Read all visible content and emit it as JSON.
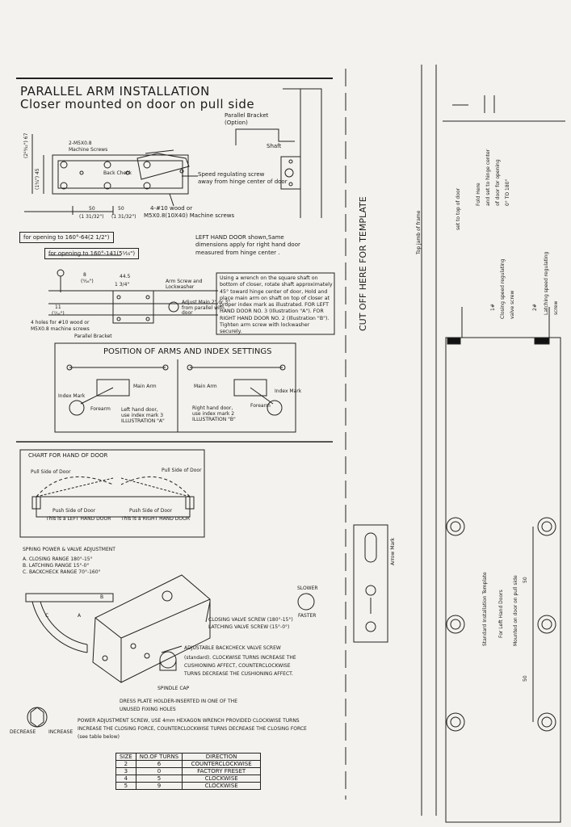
{
  "header": {
    "title": "PARALLEL ARM INSTALLATION",
    "subtitle": "Closer mounted on door on pull side"
  },
  "bracket": {
    "parallel_bracket": "Parallel Bracket",
    "option": "(Option)",
    "shaft": "Shaft"
  },
  "closer_drawing": {
    "machine_screws": "2-M5X0.8",
    "machine_screws_2": "Machine Screws",
    "back_check": "Back Check",
    "speed_screw_1": "Speed regulating screw",
    "speed_screw_2": "away from hinge center of door",
    "wood_screws_1": "4-#10 wood or",
    "wood_screws_2": "M5X0.8(10X40) Machine screws",
    "dim_67": "(2¹⁹⁄₃₂\") 67",
    "dim_45": "(1³⁄₄\") 45",
    "dim_50a": "50",
    "dim_50b": "50",
    "dim_frac_a": "(1 31/32\")",
    "dim_frac_b": "(1 31/32\")"
  },
  "openings": {
    "op1": "for opening to 160°-64(2 1/2\")",
    "op2": "for opening to 160°-141(5¹⁄₁₆\")"
  },
  "left_hand_note": "LEFT HAND DOOR shown,Same\ndimensions apply for right hand door\nmeasured from hinge center .",
  "bracket_detail": {
    "dim_8": "8",
    "dim_8_frac": "(⁵⁄₁₆\")",
    "dim_445": "44.5",
    "dim_134": "1 3/4\"",
    "dim_11": "11",
    "dim_11_frac": "(⁷⁄₁₆\")",
    "arm_screw": "Arm Screw and Lockwasher",
    "adjust_main": "Adjust Main 2\" or 3\" from parallel with door",
    "holes": "4 holes for #10 wood or",
    "holes_2": "M5X0.8 machine screws",
    "parallel_bracket": "Parallel Bracket"
  },
  "wrench_note": "Using a wrench on the square shaft on bottom of closer, rotate shaft approximately 45° toward hinge center of door, Hold and place main arm on shaft on top of closer at proper index mark as illustrated. FOR LEFT HAND DOOR NO. 3 (Illustration \"A\"). FOR RIGHT HAND DOOR NO. 2 (Illustration \"B\"). Tighten arm screw with lockwasher securely.",
  "position": {
    "title": "POSITION OF ARMS AND INDEX SETTINGS",
    "main_arm_a": "Main Arm",
    "main_arm_b": "Main Arm",
    "index_a": "Index Mark",
    "index_b": "Index Mark",
    "forearm_a": "Forearm",
    "forearm_b": "Forearm",
    "caption_a": "Left hand door,\nuse index mark 3\nILLUSTRATION \"A\"",
    "caption_b": "Right hand door,\nuse index mark 2\nILLUSTRATION \"B\""
  },
  "chart_hand": {
    "title": "CHART FOR HAND OF DOOR",
    "pull_left": "Pull Side of Door",
    "pull_right": "Pull Side of Door",
    "push_left": "Push Side of Door",
    "push_right": "Push Side of Door",
    "left_caption": "This is a LEFT HAND DOOR",
    "right_caption": "This is a RIGHT HAND DOOR"
  },
  "spring": {
    "title": "SPRING POWER & VALVE ADJUSTMENT",
    "a": "A. CLOSING RANGE 180°-15°",
    "b": "B. LATCHING RANGE 15°-0°",
    "c": "C. BACKCHECK RANGE 70°-160°",
    "arc_a": "A",
    "arc_b": "B",
    "arc_c": "C",
    "slower": "SLOWER",
    "faster": "FASTER",
    "closing_valve": "CLOSING VALVE SCREW (180°-15°)",
    "latching_valve": "LATCHING VALVE SCREW (15°-0°)",
    "backcheck_1": "ADJUSTABLE BACKCHECK VALVE SCREW",
    "backcheck_2": "(standard). CLOCKWISE TURNS INCREASE THE",
    "backcheck_3": "CUSHIONING AFFECT, COUNTERCLOCKWISE",
    "backcheck_4": "TURNS DECREASE THE CUSHIONING AFFECT.",
    "spindle": "SPINDLE CAP",
    "dress_1": "DRESS PLATE HOLDER-INSERTED IN ONE OF THE",
    "dress_2": "UNUSED FIXING HOLES",
    "power_1": "POWER ADJUSTMENT SCREW, USE 4mm HEXAGON WRENCH PROVIDED CLOCKWISE TURNS",
    "power_2": "INCREASE THE CLOSING FORCE, COUNTERCLOCKWISE TURNS DECREASE THE CLOSING FORCE",
    "power_3": "(see table below)",
    "decrease": "DECREASE",
    "increase": "INCREASE"
  },
  "turns_table": {
    "headers": [
      "SIZE",
      "NO.OF TURNS",
      "DIRECTION"
    ],
    "rows": [
      [
        "2",
        "6",
        "COUNTERCLOCKWISE"
      ],
      [
        "3",
        "0",
        "FACTORY FRESET"
      ],
      [
        "4",
        "5",
        "CLOCKWISE"
      ],
      [
        "5",
        "9",
        "CLOCKWISE"
      ]
    ]
  },
  "cut_line": "CUT OFF HERE FOR TEMPLATE",
  "arrow_mark": "Arrow Mark",
  "template": {
    "top_jamb": "Top jamb of frame",
    "set_top": "set to top of door",
    "fold_1": "Fold Here",
    "fold_2": "and set to hinge center",
    "fold_3": "of door for opening",
    "fold_4": "0° TO 180°",
    "num1": "1#",
    "num2": "2#",
    "closing_1": "Closing speed regulating",
    "closing_2": "valve screw",
    "latching_1": "Latching speed regulating",
    "latching_2": "screw",
    "std_1": "Standard Installation Template",
    "std_2": "For Left Hand Doors",
    "std_3": "Mounted on door on pull side",
    "dim_50a": "50",
    "dim_50b": "50"
  }
}
